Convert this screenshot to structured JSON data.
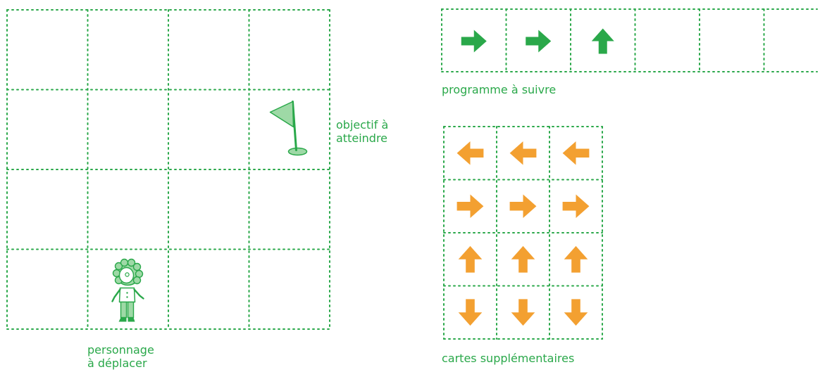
{
  "colors": {
    "grid": "#2aa84a",
    "text": "#2aa84a",
    "program_arrow": "#2aa84a",
    "extra_arrow": "#f3a031",
    "figure_fill": "#9ed9a6",
    "figure_line": "#2aa84a"
  },
  "board": {
    "rows": 4,
    "cols": 4,
    "character_cell": {
      "row": 4,
      "col": 2
    },
    "goal_cell": {
      "row": 2,
      "col": 4
    }
  },
  "labels": {
    "goal_line1": "objectif à",
    "goal_line2": "atteindre",
    "character_line1": "personnage",
    "character_line2": "à déplacer",
    "program": "programme à suivre",
    "extra_cards": "cartes supplémentaires"
  },
  "program": {
    "slots": 6,
    "cards": [
      "right-arrow-icon",
      "right-arrow-icon",
      "up-arrow-icon"
    ]
  },
  "extra_cards": {
    "rows": [
      [
        "left-arrow-icon",
        "left-arrow-icon",
        "left-arrow-icon"
      ],
      [
        "right-arrow-icon",
        "right-arrow-icon",
        "right-arrow-icon"
      ],
      [
        "up-arrow-icon",
        "up-arrow-icon",
        "up-arrow-icon"
      ],
      [
        "down-arrow-icon",
        "down-arrow-icon",
        "down-arrow-icon"
      ]
    ]
  }
}
